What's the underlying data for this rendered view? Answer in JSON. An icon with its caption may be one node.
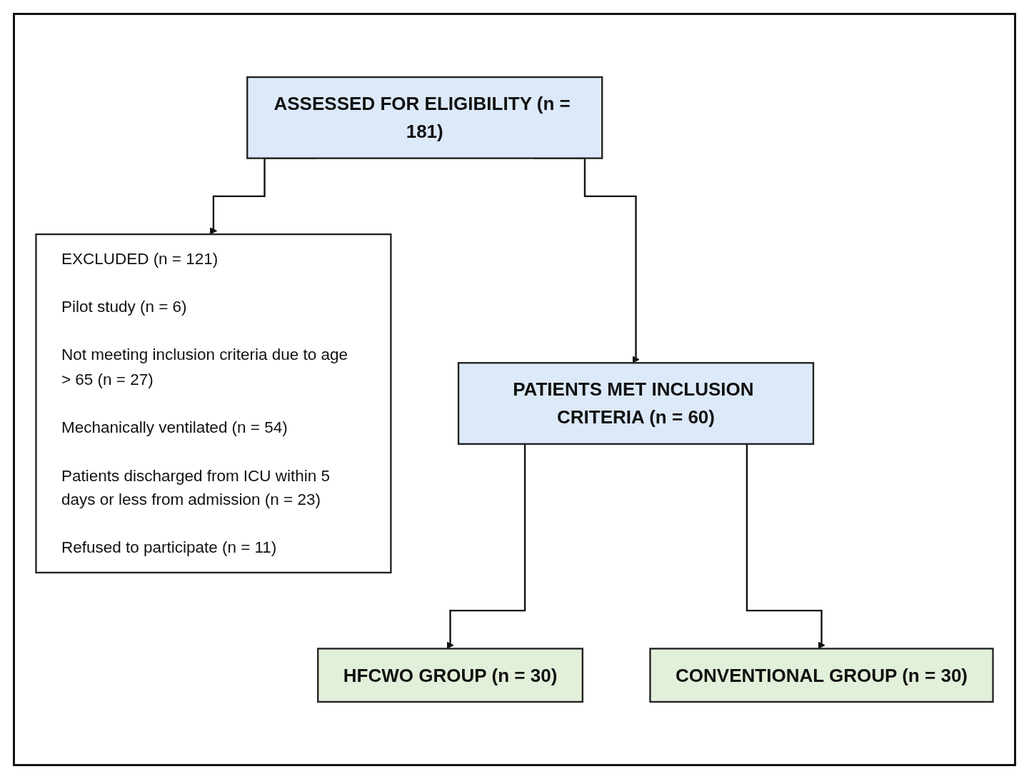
{
  "diagram": {
    "nodes": [
      {
        "text": [
          "ASSESSED FOR ELIGIBILITY (n = 181)"
        ]
      },
      {
        "text": [
          "EXCLUDED (n = 121)",
          "Pilot study (n = 6)",
          "Not meeting inclusion criteria due to age > 65 (n = 27)",
          "Mechanically ventilated (n = 54)",
          "Patients discharged from ICU within 5 days or less from admission (n = 23)",
          "Refused to participate (n = 11)"
        ]
      },
      {
        "text": [
          "PATIENTS MET INCLUSION CRITERIA (n = 60)"
        ]
      },
      {
        "text": [
          "HFCWO GROUP (n = 30)"
        ]
      },
      {
        "text": [
          "CONVENTIONAL GROUP (n = 30)"
        ]
      }
    ],
    "edges": [
      {
        "from": 0,
        "to": 1,
        "arrow": "to"
      },
      {
        "from": 0,
        "to": 2,
        "arrow": "to"
      },
      {
        "from": 2,
        "to": 3,
        "arrow": "to"
      },
      {
        "from": 2,
        "to": 4,
        "arrow": "to"
      }
    ]
  }
}
